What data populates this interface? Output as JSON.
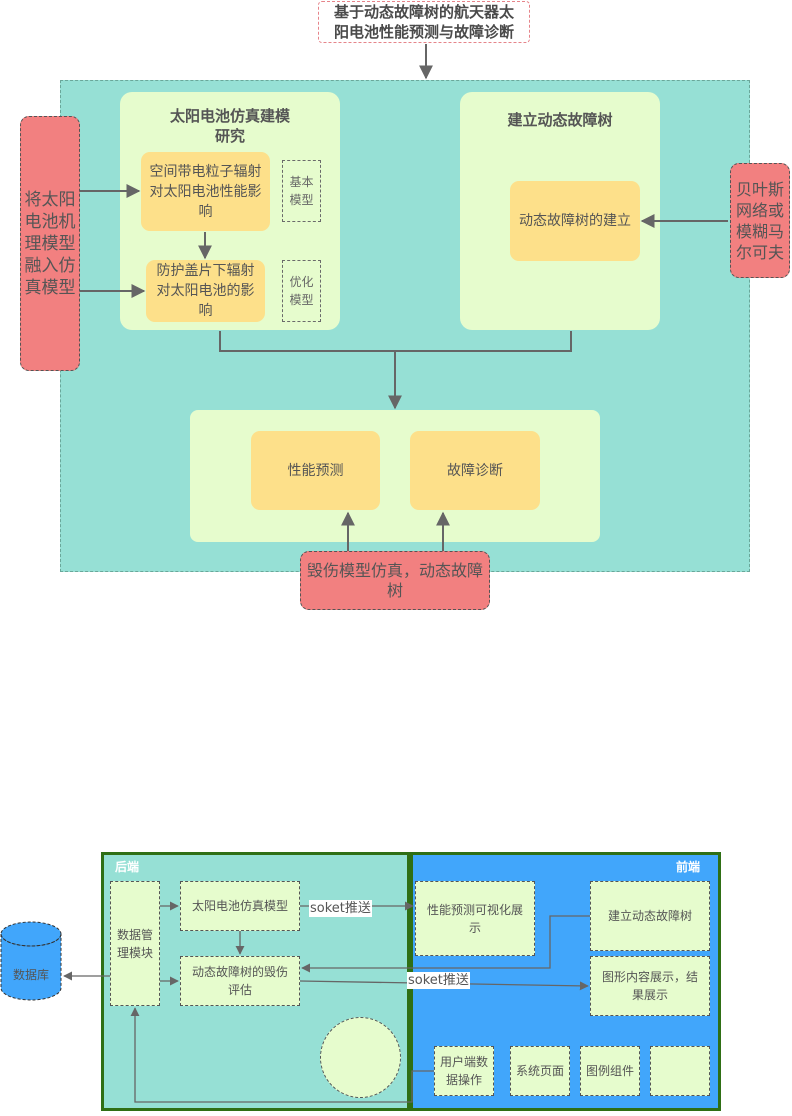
{
  "diagram1": {
    "title": "基于动态故障树的航天器太阳电池性能预测与故障诊断",
    "title_line1": "基于动态故障树的航天器太",
    "title_line2": "阳电池性能预测与故障诊断",
    "left_panel": {
      "title_line1": "太阳电池仿真建模",
      "title_line2": "研究",
      "box1_line1": "空间带电粒子辐射",
      "box1_line2": "对太阳电池性能影",
      "box1_line3": "响",
      "box2_line1": "防护盖片下辐射",
      "box2_line2": "对太阳电池的影",
      "box2_line3": "响",
      "tag1_line1": "基本",
      "tag1_line2": "模型",
      "tag2_line1": "优化",
      "tag2_line2": "模型"
    },
    "right_panel": {
      "title": "建立动态故障树",
      "box": "动态故障树的建立"
    },
    "bottom_panel": {
      "box1": "性能预测",
      "box2": "故障诊断"
    },
    "left_input_lines": [
      "将太阳",
      "电池机",
      "理模型",
      "融入仿",
      "真模型"
    ],
    "right_input_lines": [
      "贝叶斯",
      "网络或",
      "模糊马",
      "尔可夫"
    ],
    "bottom_input_line1": "毁伤模型仿真，动态故障",
    "bottom_input_line2": "树"
  },
  "diagram2": {
    "backend_label": "后端",
    "frontend_label": "前端",
    "database": "数据库",
    "data_mgmt_line1": "数据管",
    "data_mgmt_line2": "理模块",
    "solar_sim": "太阳电池仿真模型",
    "dft_line1": "动态故障树的毁伤",
    "dft_line2": "评估",
    "push1": "soket推送",
    "push2": "soket推送",
    "perf_vis_line1": "性能预测可视化展",
    "perf_vis_line2": "示",
    "build_dft": "建立动态故障树",
    "graph_line1": "图形内容展示，结",
    "graph_line2": "果展示",
    "user_ops_line1": "用户端数",
    "user_ops_line2": "据操作",
    "sys_page": "系统页面",
    "legend_comp": "图例组件"
  },
  "colors": {
    "teal": "#96e0d5",
    "light_green": "#e6fccd",
    "yellow": "#fde08a",
    "red": "#f28080",
    "blue": "#41a6fb",
    "dark_green_border": "#2f6f15"
  }
}
